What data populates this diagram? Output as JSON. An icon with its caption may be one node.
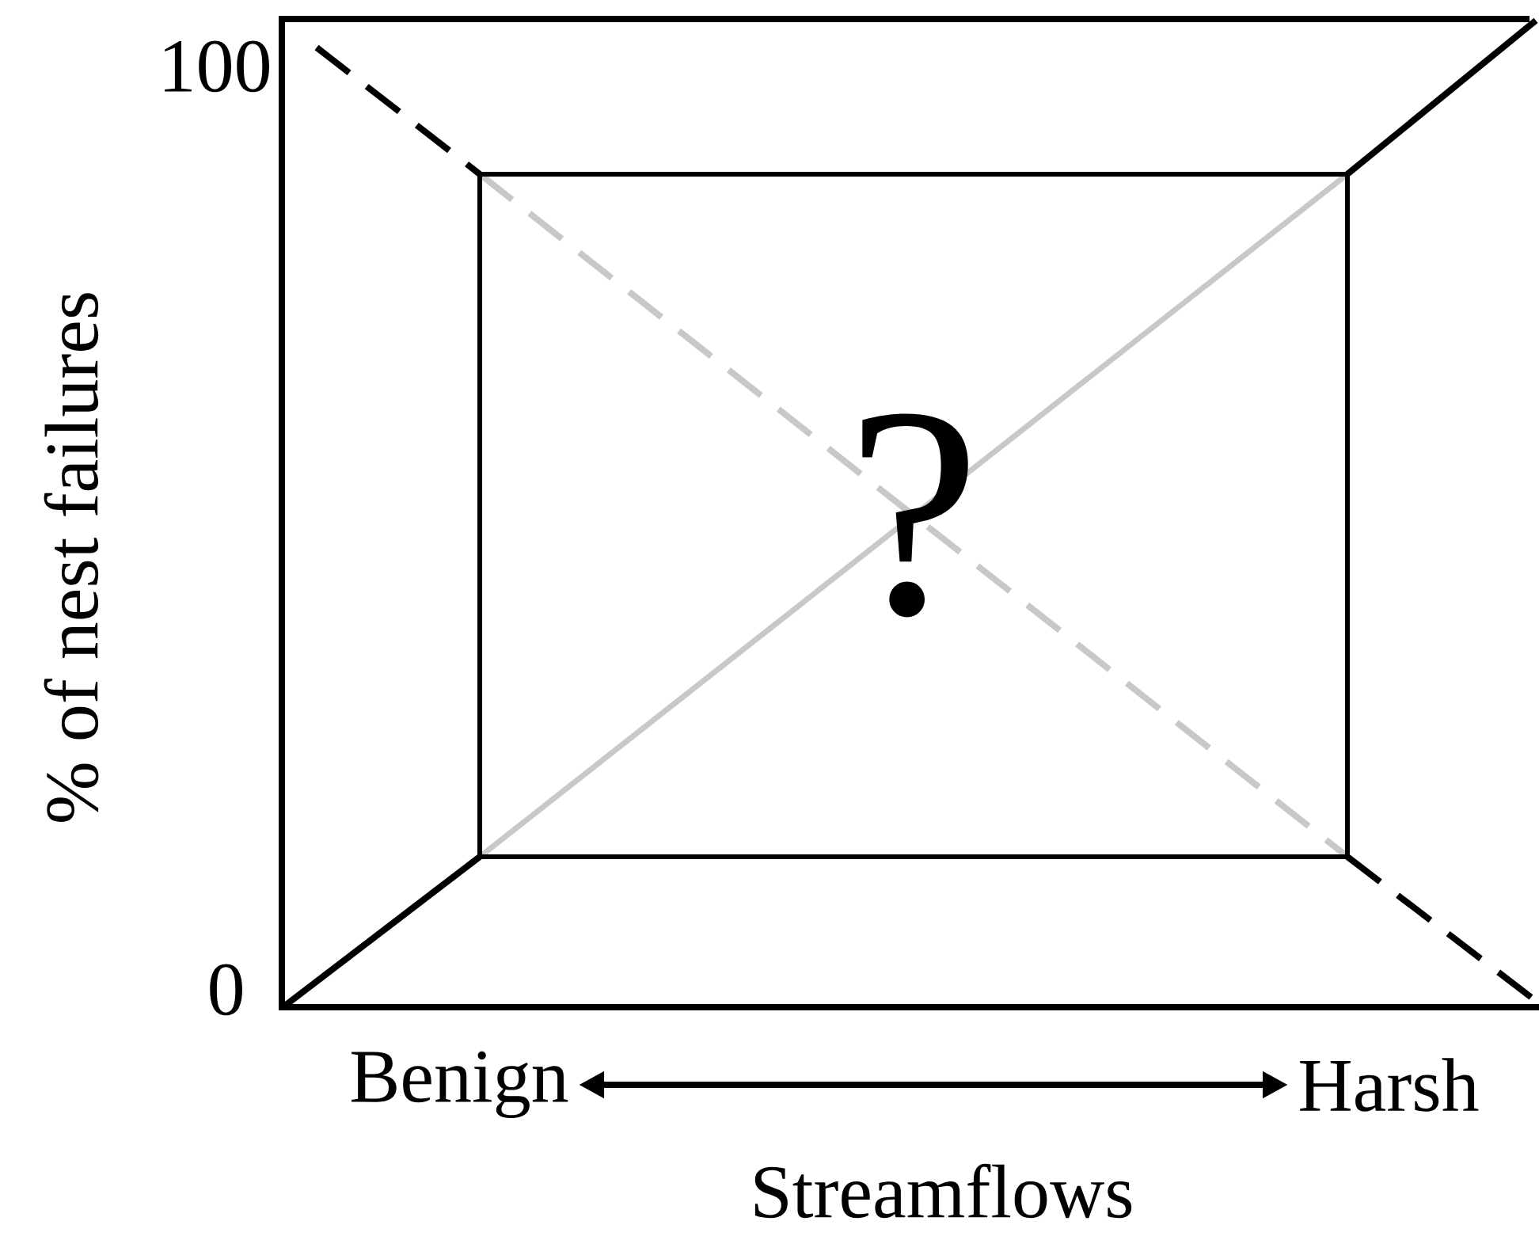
{
  "diagram": {
    "nodes": [
      {
        "text": [
          "?"
        ]
      },
      {
        "text": [
          "Benign"
        ]
      },
      {
        "text": [
          "Harsh"
        ]
      }
    ],
    "edges": [
      {
        "from": 1,
        "to": 2,
        "arrow": "both"
      }
    ],
    "labels": [
      "100",
      "0",
      "% of nest failures",
      "Streamflows"
    ]
  }
}
